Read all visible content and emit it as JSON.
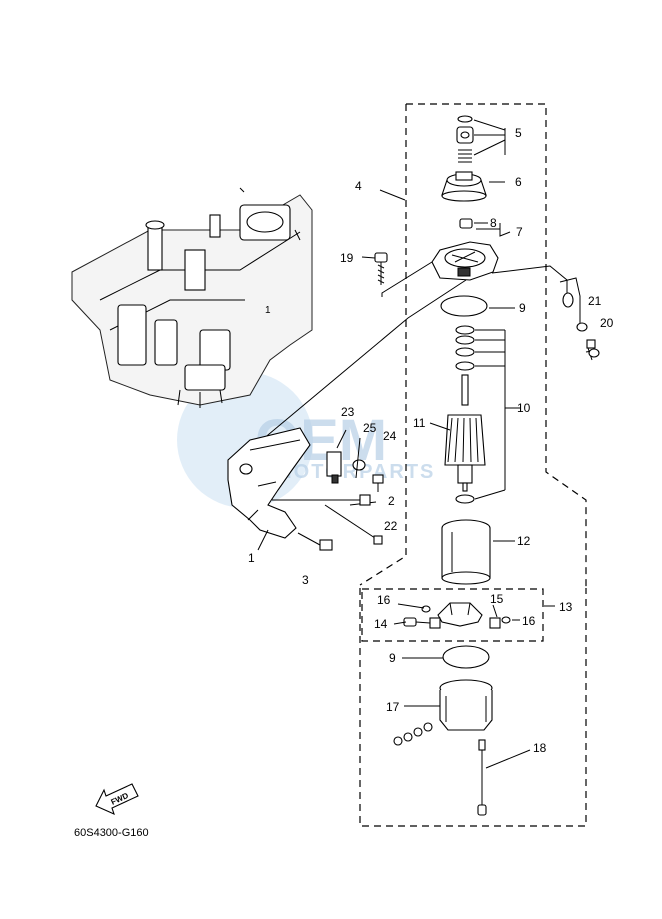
{
  "diagram": {
    "code": "60S4300-G160",
    "fwd_label": "FWD",
    "watermark": {
      "brand": "OEM",
      "sub": "MOTORPARTS"
    },
    "callouts": {
      "c1": "1",
      "c2": "2",
      "c3": "3",
      "c4": "4",
      "c5": "5",
      "c6": "6",
      "c7": "7",
      "c8": "8",
      "c9a": "9",
      "c9b": "9",
      "c10": "10",
      "c11": "11",
      "c12": "12",
      "c13": "13",
      "c14": "14",
      "c15": "15",
      "c16a": "16",
      "c16b": "16",
      "c17": "17",
      "c18": "18",
      "c19": "19",
      "c20": "20",
      "c21": "21",
      "c22": "22",
      "c23": "23",
      "c24": "24",
      "c25": "25"
    }
  }
}
